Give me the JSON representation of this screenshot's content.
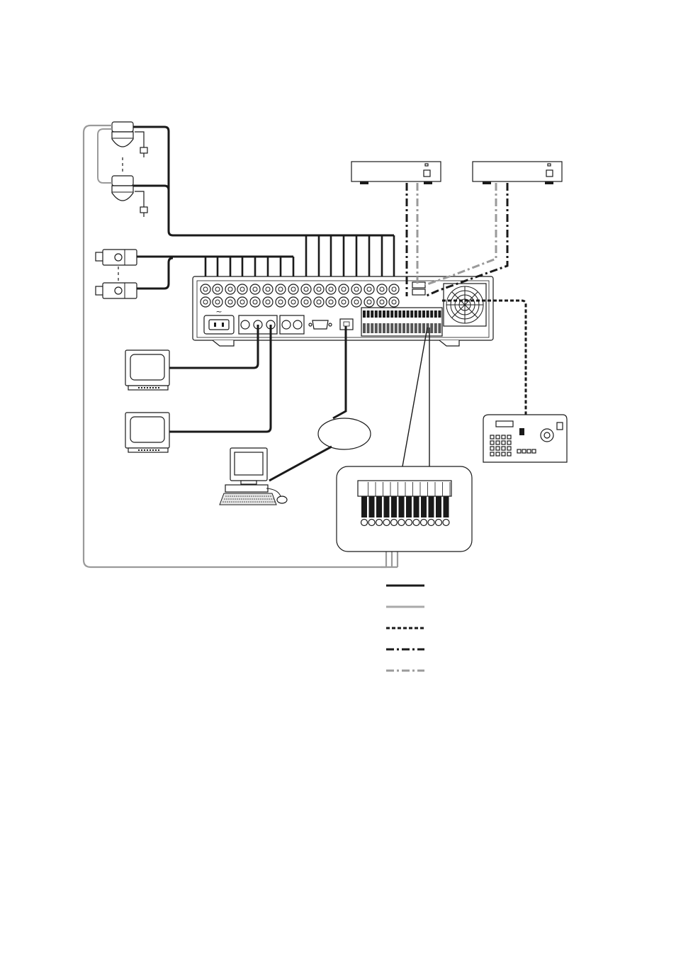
{
  "diagram": {
    "power_symbol": "~",
    "ids": {
      "dome_cameras": [
        "dome-camera-1",
        "dome-camera-2"
      ],
      "box_cameras": [
        "box-camera-1",
        "box-camera-2"
      ],
      "monitors": [
        "monitor-1",
        "monitor-2"
      ],
      "external_units": [
        "external-unit-1",
        "external-unit-2"
      ]
    },
    "legend": [
      {
        "style": "solid",
        "color": "#1a1a1a",
        "label": ""
      },
      {
        "style": "solid",
        "color": "#aaaaaa",
        "label": ""
      },
      {
        "style": "dashed",
        "color": "#1a1a1a",
        "label": ""
      },
      {
        "style": "dash-dot",
        "color": "#1a1a1a",
        "label": ""
      },
      {
        "style": "dash-dot",
        "color": "#9a9a9a",
        "label": ""
      }
    ],
    "icons": [
      "dome-camera-icon",
      "box-camera-icon",
      "power-plug-icon",
      "monitor-icon",
      "computer-icon",
      "keyboard-controller-icon",
      "fan-icon"
    ]
  }
}
